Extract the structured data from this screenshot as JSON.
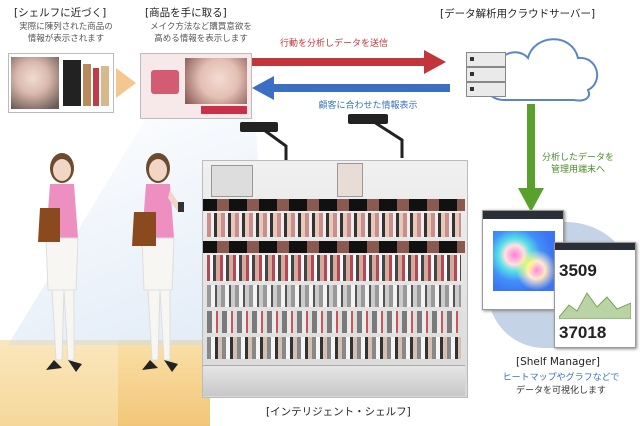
{
  "step1": {
    "title": "[シェルフに近づく]",
    "desc_line1": "実際に陳列された商品の",
    "desc_line2": "情報が表示されます"
  },
  "step2": {
    "title": "[商品を手に取る]",
    "desc_line1": "メイク方法など購買意欲を",
    "desc_line2": "高める情報を表示します"
  },
  "cloud_server": {
    "title": "[データ解析用クラウドサーバー]"
  },
  "arrows": {
    "send_label": "行動を分析しデータを送信",
    "receive_label": "顧客に合わせた情報表示",
    "to_manager_line1": "分析したデータを",
    "to_manager_line2": "管理用端末へ"
  },
  "shelf": {
    "caption": "[インテリジェント・シェルフ]"
  },
  "manager": {
    "title": "[Shelf Manager]",
    "desc_line1": "ヒートマップやグラフなどで",
    "desc_line2": "データを可視化します",
    "stat1": "3509",
    "stat2": "37018"
  },
  "colors": {
    "arrow_red": "#c0363a",
    "arrow_blue": "#3a6fc4",
    "arrow_green": "#5aa02c",
    "floor_orange": "#f5d79a"
  }
}
